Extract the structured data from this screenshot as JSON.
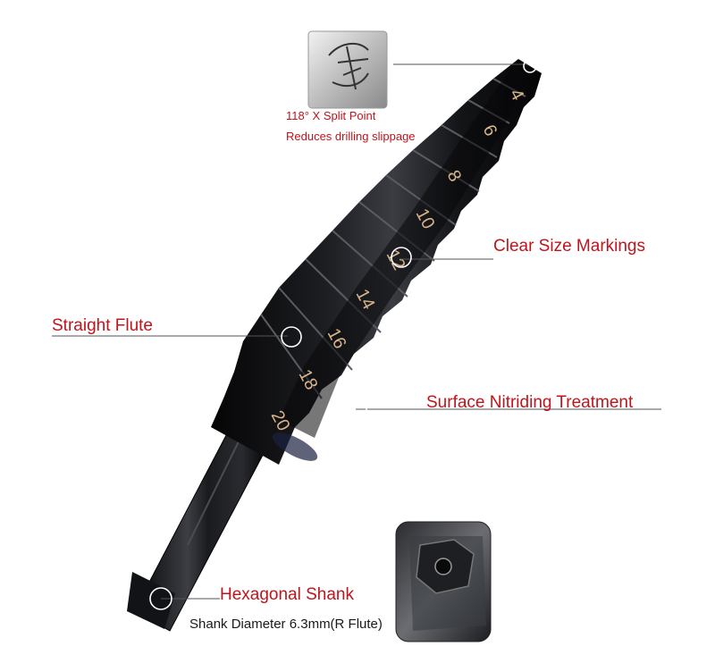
{
  "split_point": {
    "title": "118° X Split Point",
    "subtitle": "Reduces drilling slippage"
  },
  "callouts": {
    "size_markings": "Clear Size Markings",
    "straight_flute": "Straight Flute",
    "surface_treatment": "Surface Nitriding Treatment",
    "hex_shank": "Hexagonal Shank",
    "shank_diameter": "Shank Diameter 6.3mm(R Flute)"
  },
  "step_markings": [
    "4",
    "6",
    "8",
    "10",
    "12",
    "14",
    "16",
    "18",
    "20"
  ],
  "colors": {
    "label_red": "#c0141c",
    "marking_gold": "#d8b48a",
    "bit_black": "#0b0b0d",
    "leader_gray": "#555555"
  }
}
